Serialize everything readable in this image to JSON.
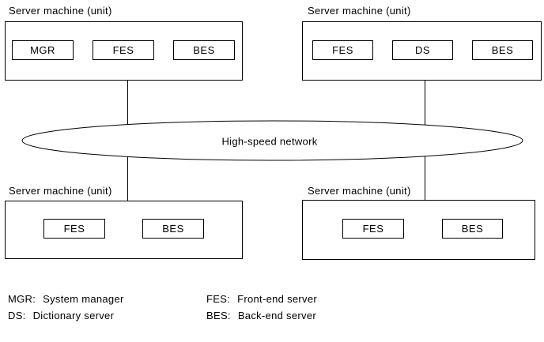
{
  "units": [
    {
      "position": "top-left",
      "label": "Server machine (unit)",
      "servers": [
        "MGR",
        "FES",
        "BES"
      ]
    },
    {
      "position": "top-right",
      "label": "Server machine (unit)",
      "servers": [
        "FES",
        "DS",
        "BES"
      ]
    },
    {
      "position": "bottom-left",
      "label": "Server machine (unit)",
      "servers": [
        "FES",
        "BES"
      ]
    },
    {
      "position": "bottom-right",
      "label": "Server machine (unit)",
      "servers": [
        "FES",
        "BES"
      ]
    }
  ],
  "network": {
    "label": "High-speed network"
  },
  "legend": [
    {
      "term": "MGR:",
      "description": "System manager"
    },
    {
      "term": "DS:",
      "description": "Dictionary server"
    },
    {
      "term": "FES:",
      "description": "Front-end server"
    },
    {
      "term": "BES:",
      "description": "Back-end server"
    }
  ],
  "colors": {
    "line": "#000000",
    "background": "#ffffff",
    "text": "#000000"
  }
}
